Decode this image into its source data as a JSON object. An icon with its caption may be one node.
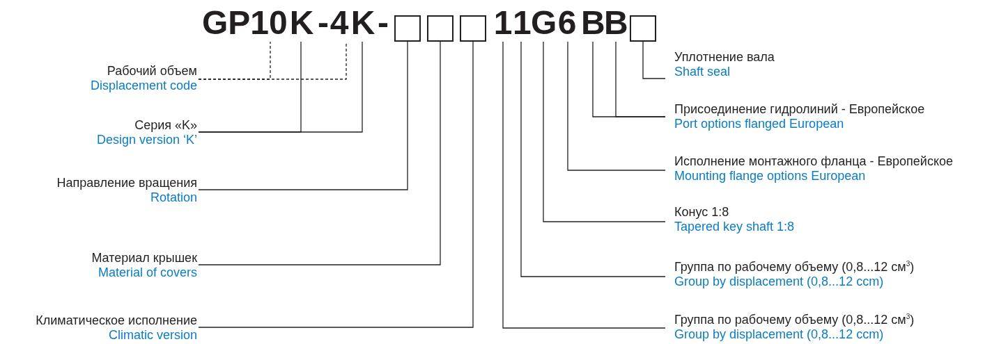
{
  "diagram": {
    "nodes": [
      {
        "text": [
          "10"
        ]
      },
      {
        "text": [
          "K"
        ]
      },
      {
        "text": [
          "4"
        ]
      },
      {
        "text": [
          "K"
        ]
      },
      {
        "text": [],
        "shape": "box"
      },
      {
        "text": [],
        "shape": "box"
      },
      {
        "text": [],
        "shape": "box"
      },
      {
        "text": [
          "1"
        ]
      },
      {
        "text": [
          "1"
        ]
      },
      {
        "text": [
          "G"
        ]
      },
      {
        "text": [
          "6"
        ]
      },
      {
        "text": [
          "B"
        ]
      },
      {
        "text": [
          "B"
        ]
      },
      {
        "text": [],
        "shape": "box"
      },
      {
        "text": [
          "Рабочий объем",
          "Displacement code"
        ]
      },
      {
        "text": [
          "Серия «K»",
          "Design version ‘K’"
        ]
      },
      {
        "text": [
          "Направление вращения",
          "Rotation"
        ]
      },
      {
        "text": [
          "Материал крышек",
          "Material of covers"
        ]
      },
      {
        "text": [
          "Климатическое исполнение",
          "Climatic version"
        ]
      },
      {
        "text": [
          "Уплотнение вала",
          "Shaft seal"
        ]
      },
      {
        "text": [
          "Присоединение гидролиний - Европейское",
          "Port options flanged European"
        ]
      },
      {
        "text": [
          "Исполнение монтажного фланца - Европейское",
          "Mounting flange options European"
        ]
      },
      {
        "text": [
          "Конус 1:8",
          "Tapered key shaft 1:8"
        ]
      },
      {
        "text": [
          "Группа по рабочему объему (0,8...12 см$^{3}$)",
          "Group by displacement (0,8...12 ccm)"
        ]
      },
      {
        "text": [
          "Группа по рабочему объему (0,8...12 см$^{3}$)",
          "Group by displacement (0,8...12 ccm)"
        ]
      }
    ],
    "edges": [
      {
        "from": 14,
        "to": 0,
        "arrow": "none",
        "style": "dashed"
      },
      {
        "from": 14,
        "to": 2,
        "arrow": "none",
        "style": "dashed"
      },
      {
        "from": 15,
        "to": 1,
        "arrow": "none"
      },
      {
        "from": 15,
        "to": 3,
        "arrow": "none"
      },
      {
        "from": 16,
        "to": 4,
        "arrow": "none"
      },
      {
        "from": 17,
        "to": 5,
        "arrow": "none"
      },
      {
        "from": 18,
        "to": 6,
        "arrow": "none"
      },
      {
        "from": 19,
        "to": 13,
        "arrow": "none"
      },
      {
        "from": 20,
        "to": 11,
        "arrow": "none"
      },
      {
        "from": 20,
        "to": 12,
        "arrow": "none"
      },
      {
        "from": 21,
        "to": 10,
        "arrow": "none"
      },
      {
        "from": 22,
        "to": 9,
        "arrow": "none"
      },
      {
        "from": 23,
        "to": 8,
        "arrow": "none"
      },
      {
        "from": 24,
        "to": 7,
        "arrow": "none"
      }
    ],
    "labels": [
      "GP",
      "-",
      "-"
    ]
  }
}
